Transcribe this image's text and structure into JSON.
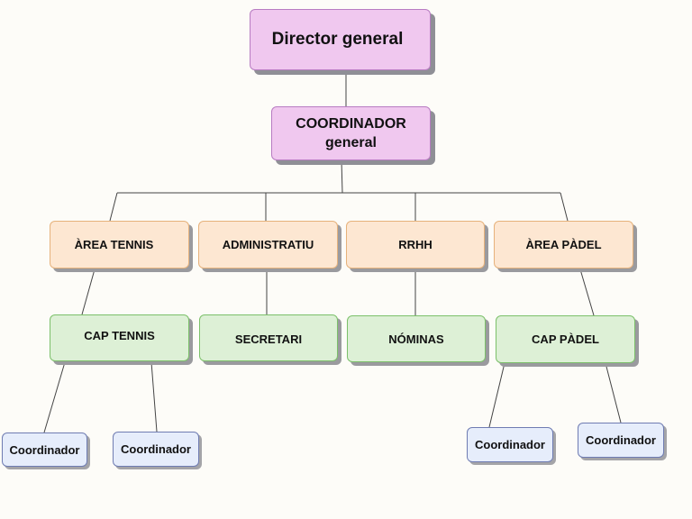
{
  "nodes": {
    "director": "Director general",
    "coordinador_line1": "COORDINADOR",
    "coordinador_line2": "general",
    "area_tennis": "ÀREA TENNIS",
    "administratiu": "ADMINISTRATIU",
    "rrhh": "RRHH",
    "area_padel": "ÀREA PÀDEL",
    "cap_tennis": "CAP TENNIS",
    "secretari": "SECRETARI",
    "nominas": "NÓMINAS",
    "cap_padel": "CAP PÀDEL",
    "coord_1": "Coordinador",
    "coord_2": "Coordinador",
    "coord_3": "Coordinador",
    "coord_4": "Coordinador"
  },
  "colors": {
    "purple": "#f0c8ef",
    "orange": "#fde7d2",
    "green": "#ddf0d6",
    "blue": "#e6edfb",
    "connector": "#333333"
  }
}
